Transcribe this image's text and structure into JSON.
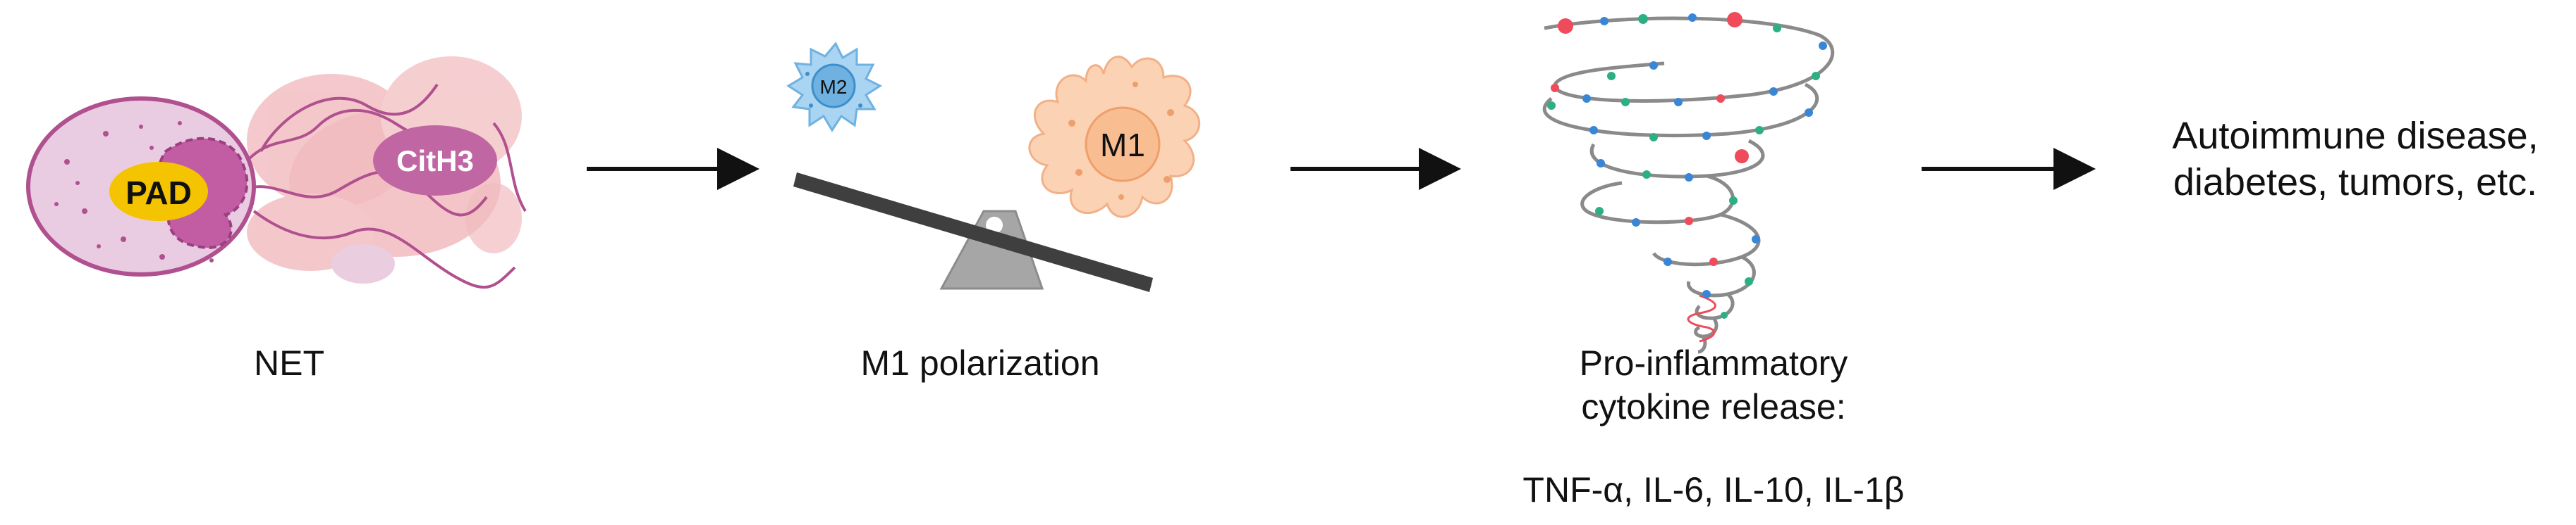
{
  "net": {
    "pad_label": "PAD",
    "cith3_label": "CitH3",
    "caption": "NET"
  },
  "polarization": {
    "m2_label": "M2",
    "m1_label": "M1",
    "caption": "M1 polarization"
  },
  "cytokine": {
    "caption_line1": "Pro-inflammatory",
    "caption_line2": "cytokine release:",
    "list": "TNF-α, IL-6, IL-10, IL-1β"
  },
  "outcome": {
    "line1": "Autoimmune disease,",
    "line2": "diabetes, tumors, etc."
  },
  "colors": {
    "arrow": "#111111",
    "net_cell": "#e6c6de",
    "net_outline": "#b0508f",
    "pad_fill": "#f5c400",
    "cith3_fill": "#c066a3",
    "m2_fill": "#a9d4f2",
    "m1_fill": "#fbd3b4",
    "seesaw_beam": "#3f3f3f",
    "seesaw_stand": "#a6a6a6",
    "spiral_line": "#8a8a8a",
    "dot_red": "#ef4b5b",
    "dot_green": "#2eaf83",
    "dot_blue": "#3a86d6"
  }
}
